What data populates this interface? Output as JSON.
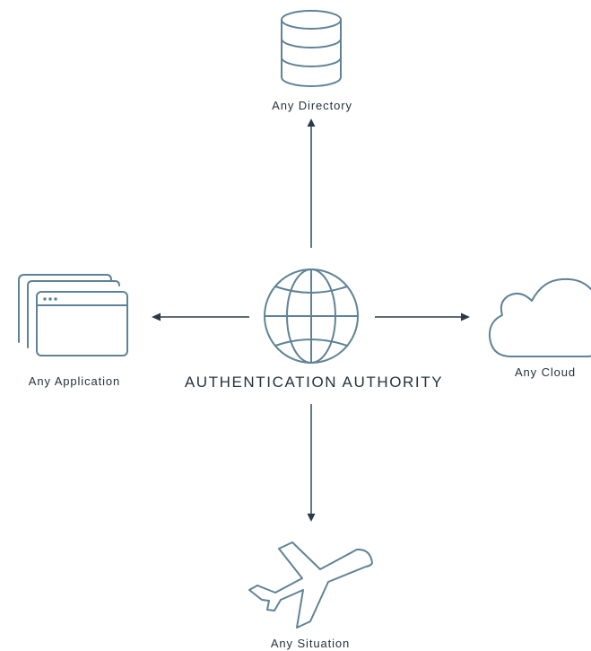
{
  "center": {
    "label": "AUTHENTICATION AUTHORITY",
    "icon": "globe-icon"
  },
  "nodes": {
    "directory": {
      "label": "Any Directory",
      "icon": "database-icon"
    },
    "application": {
      "label": "Any Application",
      "icon": "browser-windows-icon"
    },
    "cloud": {
      "label": "Any Cloud",
      "icon": "cloud-icon"
    },
    "situation": {
      "label": "Any Situation",
      "icon": "airplane-icon"
    }
  },
  "colors": {
    "icon_stroke": "#5f8396",
    "connector": "#2a3b47",
    "text": "#26323b",
    "background": "#ffffff"
  }
}
